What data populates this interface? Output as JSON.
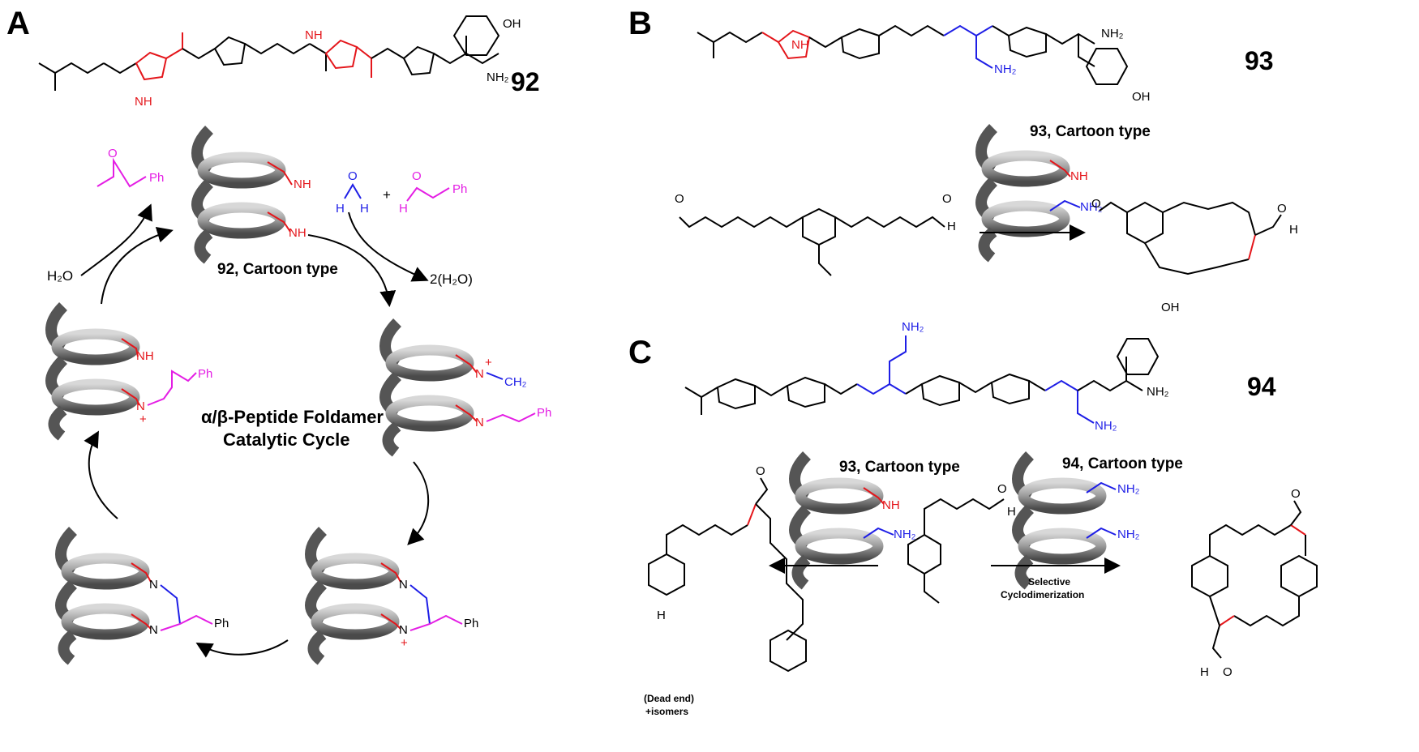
{
  "panels": {
    "a": "A",
    "b": "B",
    "c": "C"
  },
  "compounds": {
    "c92": "92",
    "c93": "93",
    "c94": "94"
  },
  "cartoon_labels": {
    "a_center": "92, Cartoon type",
    "b_top": "93, Cartoon type",
    "c_left": "93, Cartoon type",
    "c_right": "94, Cartoon type"
  },
  "cycle_title": {
    "line1": "α/β-Peptide Foldamer",
    "line2": "Catalytic Cycle"
  },
  "reagents": {
    "water_in": "H₂O",
    "water_out": "2(H₂O)",
    "plus": "+",
    "ph": "Ph"
  },
  "atoms": {
    "nh": "NH",
    "nh2": "NH₂",
    "n": "N",
    "h": "H",
    "o": "O",
    "oh": "OH",
    "ch2": "CH₂",
    "plus_charge": "+"
  },
  "panel_c": {
    "arrow_label_line1": "Selective",
    "arrow_label_line2": "Cyclodimerization",
    "dead_end_line1": "(Dead end)",
    "dead_end_line2": "+isomers"
  },
  "colors": {
    "red": "#e4161b",
    "blue": "#1e1ee6",
    "magenta": "#e41ee4",
    "helix": "#8a8a8a"
  }
}
